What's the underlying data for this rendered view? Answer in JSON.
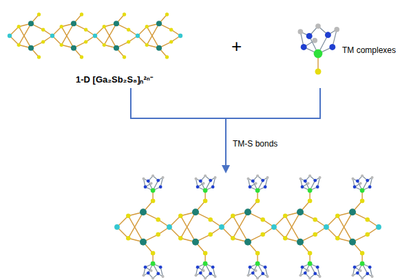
{
  "diagram": {
    "labels": [
      "1-D [Ga₂Sb₂S₈]ₙ²ⁿ⁻",
      "+",
      "TM complexes",
      "TM-S bonds"
    ]
  }
}
